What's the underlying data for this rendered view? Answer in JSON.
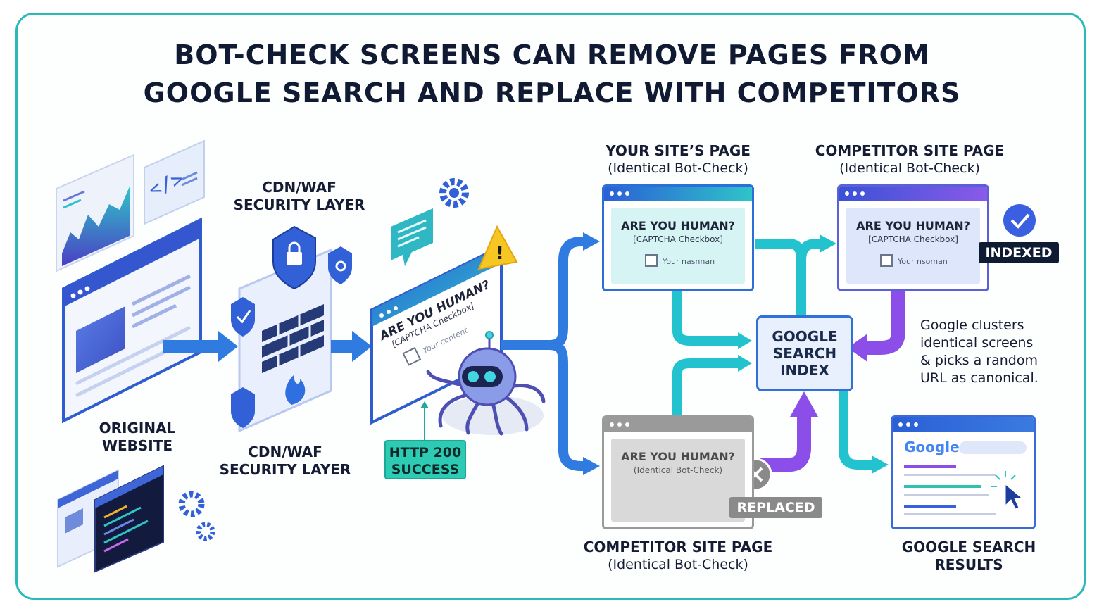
{
  "title": {
    "line1": "BOT-CHECK SCREENS CAN REMOVE PAGES FROM",
    "line2": "GOOGLE SEARCH AND REPLACE WITH COMPETITORS"
  },
  "labels": {
    "original_website": [
      "ORIGINAL",
      "WEBSITE"
    ],
    "cdn_top": [
      "CDN/WAF",
      "SECURITY LAYER"
    ],
    "cdn_bottom": [
      "CDN/WAF",
      "SECURITY LAYER"
    ],
    "http_success": [
      "HTTP 200",
      "SUCCESS"
    ],
    "your_site_title": "YOUR SITE’S PAGE",
    "your_site_sub": "(Identical Bot-Check)",
    "competitor_top_title": "COMPETITOR SITE PAGE",
    "competitor_top_sub": "(Identical Bot-Check)",
    "competitor_bottom_title": "COMPETITOR SITE PAGE",
    "competitor_bottom_sub": "(Identical Bot-Check)",
    "google_index": [
      "GOOGLE",
      "SEARCH",
      "INDEX"
    ],
    "google_results": [
      "GOOGLE SEARCH",
      "RESULTS"
    ],
    "note": [
      "Google clusters",
      "identical screens",
      "& picks a random",
      "URL as canonical."
    ],
    "indexed_badge": "INDEXED",
    "replaced_badge": "REPLACED"
  },
  "bot_check_tilted": {
    "question": "ARE YOU HUMAN?",
    "caption": "[CAPTCHA Checkbox]",
    "checkbox_text": "Your content"
  },
  "your_site_window": {
    "question": "ARE YOU HUMAN?",
    "caption": "[CAPTCHA Checkbox]",
    "checkbox_text": "Your nasnnan"
  },
  "competitor_top_window": {
    "question": "ARE YOU HUMAN?",
    "caption": "[CAPTCHA Checkbox]",
    "checkbox_text": "Your nsoman"
  },
  "competitor_bottom_window": {
    "question": "ARE YOU HUMAN?",
    "caption": "(Identical Bot-Check)"
  },
  "google_results_window": {
    "logo": "Google"
  },
  "colors": {
    "frame": "#2ab8b8",
    "blue_arrow": "#2f7be0",
    "teal_arrow": "#22c3cf",
    "purple_arrow": "#8b4ee8",
    "title_text": "#111a33",
    "success_tag": "#2ecbb4",
    "indexed_tag": "#0f1a33",
    "replaced_tag": "#8a8a8a"
  },
  "icons": [
    "gear-icon",
    "lock-shield-icon",
    "check-shield-icon",
    "firewall-brick-icon",
    "flame-icon",
    "warning-icon",
    "chat-icon",
    "code-icon",
    "spider-bot-icon",
    "checkmark-circle-icon",
    "x-circle-icon",
    "cursor-click-icon"
  ]
}
